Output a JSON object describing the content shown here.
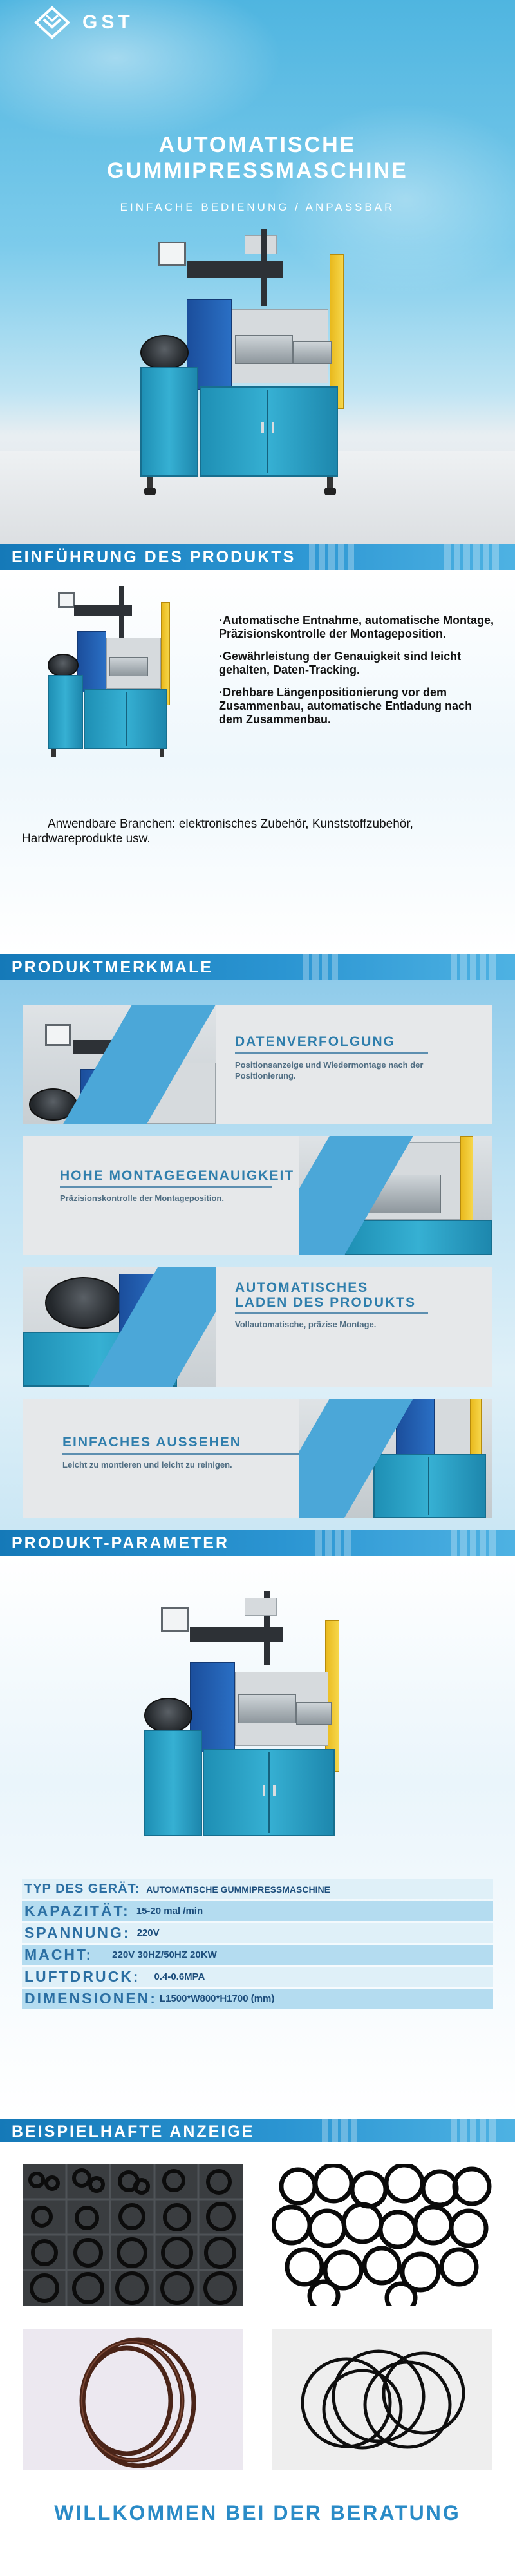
{
  "brand": {
    "logo_text": "GST",
    "accent": "#2b95d2"
  },
  "hero": {
    "title_line1": "AUTOMATISCHE",
    "title_line2": "GUMMIPRESSMASCHINE",
    "subtitle": "EINFACHE BEDIENUNG / ANPASSBAR"
  },
  "intro": {
    "section_title": "EINFÜHRUNG DES PRODUKTS",
    "bullets": [
      "·Automatische Entnahme, automatische Montage, Präzisionskontrolle der Montageposition.",
      "·Gewährleistung der Genauigkeit sind leicht gehalten, Daten-Tracking.",
      "·Drehbare Längenpositionierung vor dem Zusammenbau, automatische Entladung nach dem Zusammenbau."
    ],
    "branches": "Anwendbare Branchen: elektronisches Zubehör, Kunststoffzubehör, Hardwareprodukte usw."
  },
  "features": {
    "section_title": "PRODUKTMERKMALE",
    "items": [
      {
        "title": "DATENVERFOLGUNG",
        "desc": "Positionsanzeige und Wiedermontage nach der Positionierung."
      },
      {
        "title": "HOHE MONTAGEGENAUIGKEIT",
        "desc": "Präzisionskontrolle der Montageposition."
      },
      {
        "title_line1": "AUTOMATISCHES",
        "title_line2": "LADEN DES PRODUKTS",
        "desc": "Vollautomatische, präzise Montage."
      },
      {
        "title": "EINFACHES AUSSEHEN",
        "desc": "Leicht zu montieren und leicht zu reinigen."
      }
    ]
  },
  "params": {
    "section_title": "PRODUKT-PARAMETER",
    "rows": [
      {
        "label": "TYP DES GERÄT:",
        "value": "AUTOMATISCHE GUMMIPRESSMASCHINE"
      },
      {
        "label": "KAPAZITÄT:",
        "value": "15-20 mal /min"
      },
      {
        "label": "SPANNUNG:",
        "value": "220V"
      },
      {
        "label": "MACHT:",
        "value": "220V 30HZ/50HZ 20KW"
      },
      {
        "label": "LUFTDRUCK:",
        "value": "0.4-0.6MPA"
      },
      {
        "label": "DIMENSIONEN:",
        "value": "L1500*W800*H1700 (mm)"
      }
    ]
  },
  "display": {
    "section_title": "BEISPIELHAFTE ANZEIGE",
    "welcome": "WILLKOMMEN BEI DER BERATUNG"
  }
}
